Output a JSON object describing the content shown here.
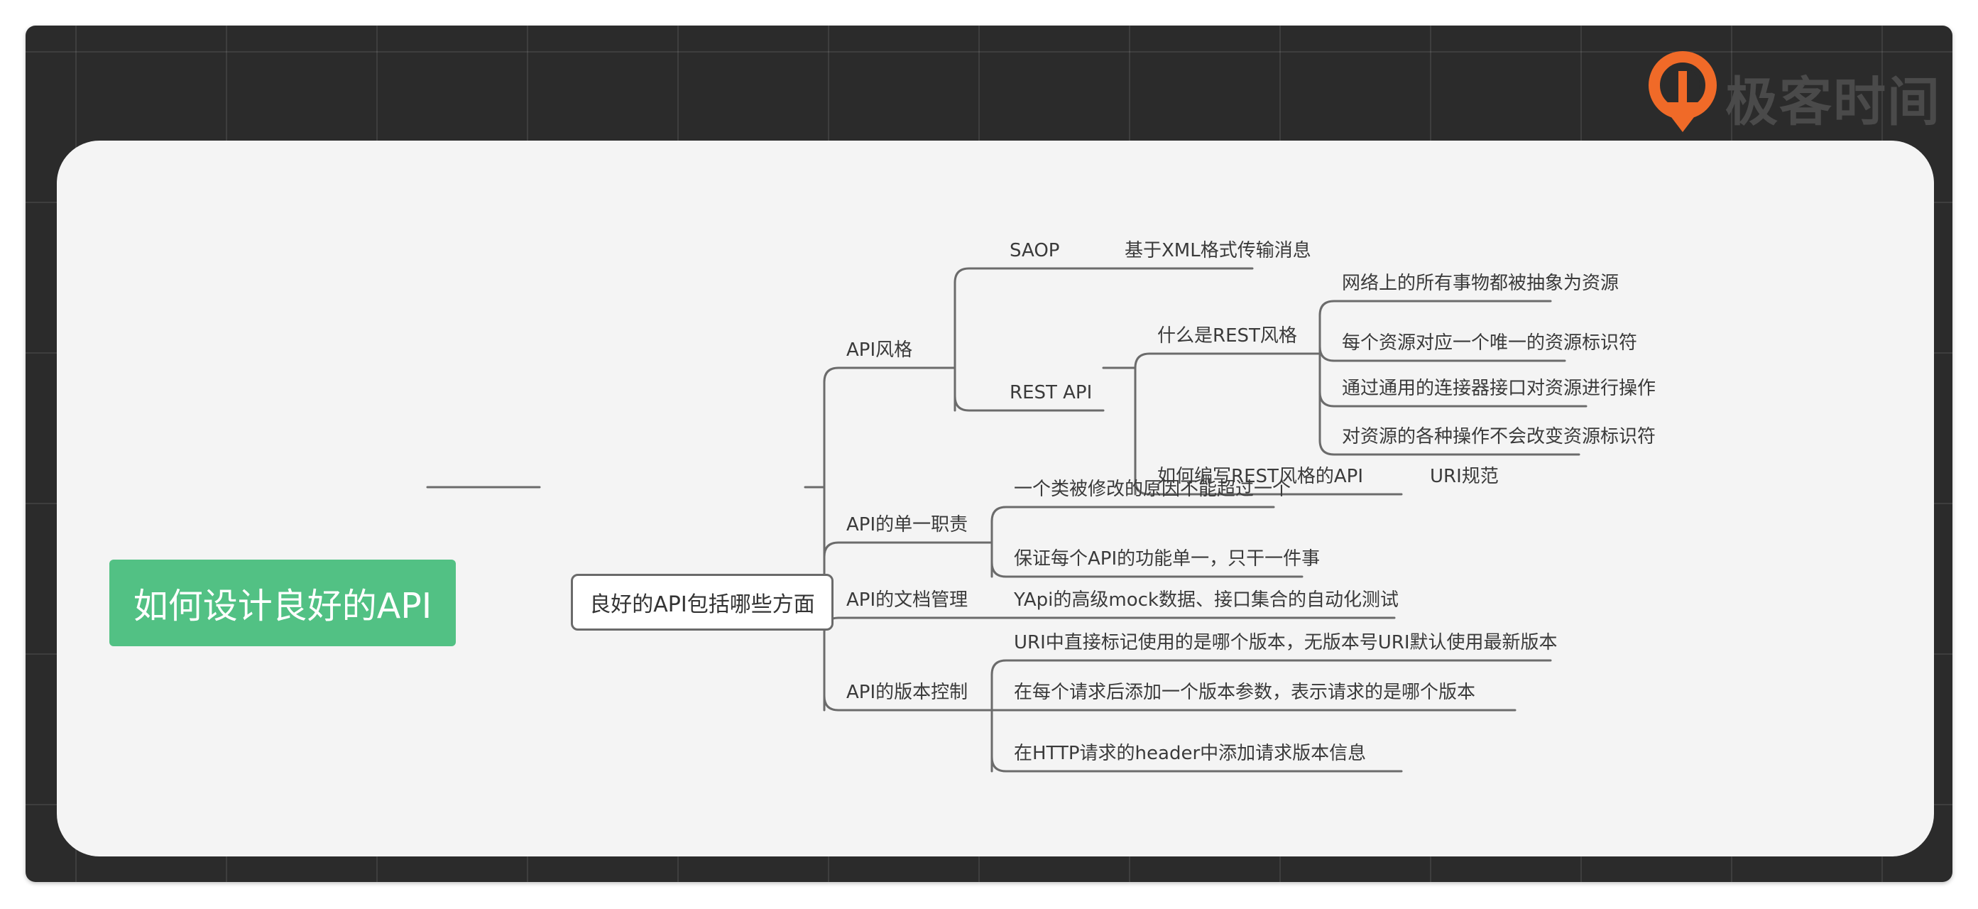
{
  "watermark": {
    "brand": "极客时间"
  },
  "colors": {
    "root_fill": "#52c184",
    "line": "#6b6b6b",
    "canvas": "#2b2b2b",
    "card": "#f4f4f4",
    "brand": "#f06a28"
  },
  "mindmap": {
    "root": "如何设计良好的API",
    "center": "良好的API包括哪些方面",
    "style": {
      "label": "API风格",
      "saop": {
        "label": "SAOP",
        "detail": "基于XML格式传输消息"
      },
      "rest": {
        "label": "REST API",
        "what": {
          "label": "什么是REST风格",
          "items": [
            "网络上的所有事物都被抽象为资源",
            "每个资源对应一个唯一的资源标识符",
            "通过通用的连接器接口对资源进行操作",
            "对资源的各种操作不会改变资源标识符"
          ]
        },
        "how": {
          "label": "如何编写REST风格的API",
          "detail": "URI规范"
        }
      }
    },
    "single": {
      "label": "API的单一职责",
      "items": [
        "一个类被修改的原因不能超过一个",
        "保证每个API的功能单一，只干一件事"
      ]
    },
    "docs": {
      "label": "API的文档管理",
      "detail": "YApi的高级mock数据、接口集合的自动化测试"
    },
    "version": {
      "label": "API的版本控制",
      "items": [
        "URI中直接标记使用的是哪个版本，无版本号URI默认使用最新版本",
        "在每个请求后添加一个版本参数，表示请求的是哪个版本",
        "在HTTP请求的header中添加请求版本信息"
      ]
    }
  }
}
